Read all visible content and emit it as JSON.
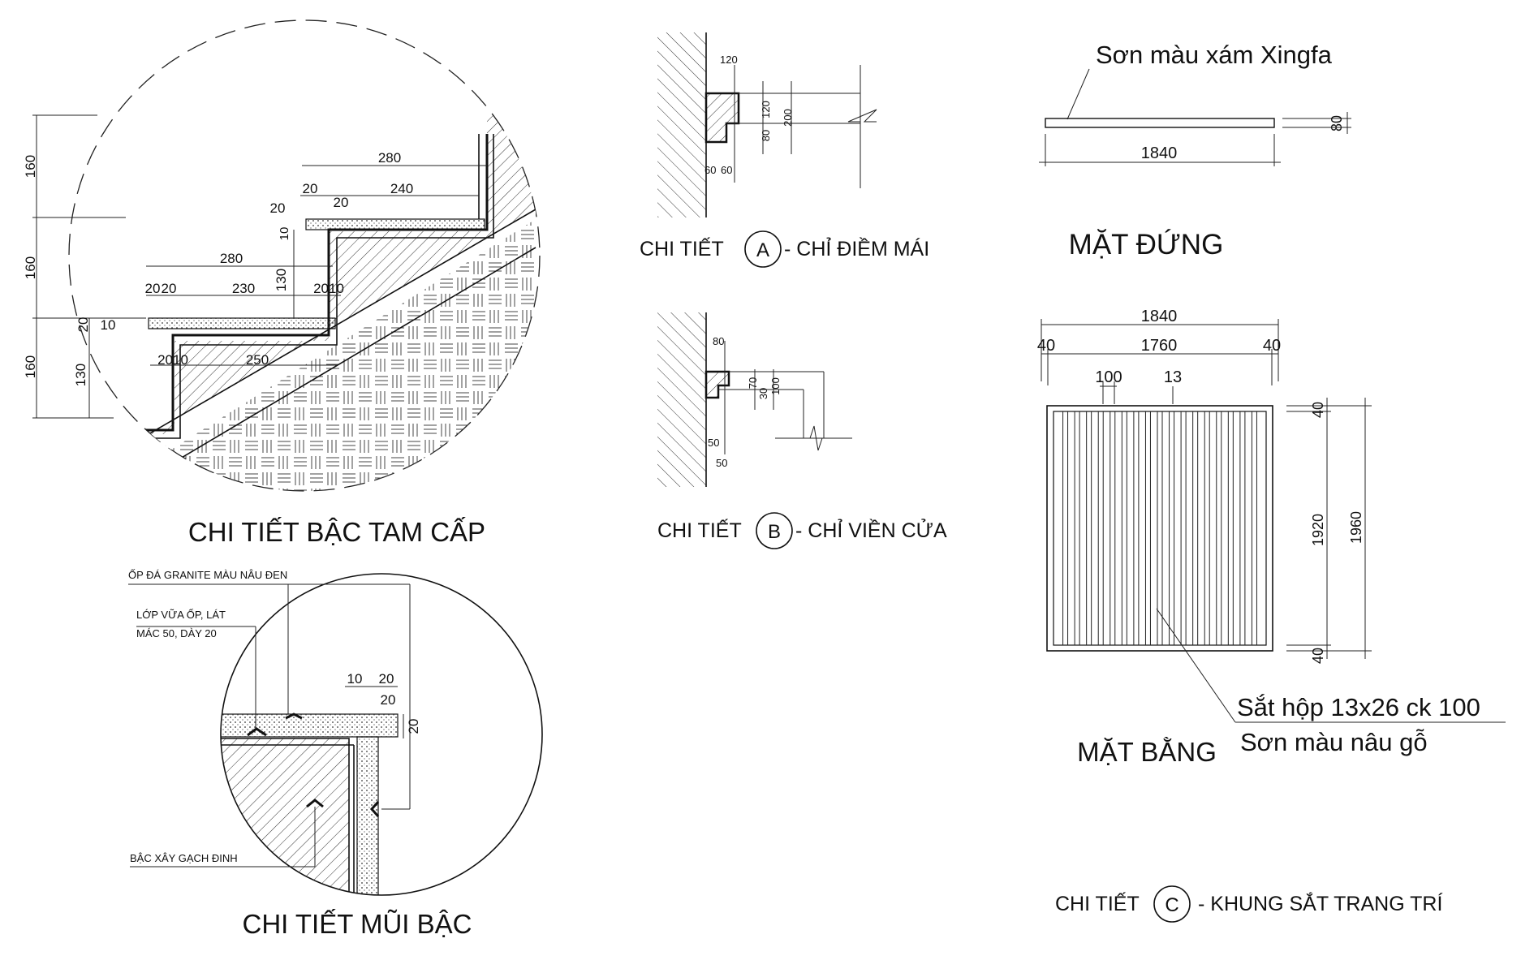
{
  "step_detail": {
    "title": "CHI TIẾT BẬC TAM CẤP",
    "dims": {
      "riser": "160",
      "tread_total": "280",
      "tread_inner": "240",
      "tread_lower": "230",
      "nosing": "20",
      "offset": "10",
      "rise_inner": "130",
      "bottom": "250",
      "d2010": "2010"
    }
  },
  "nosing_detail": {
    "title": "CHI TIẾT MŨI BẬC",
    "callouts": {
      "granite": "ỐP ĐÁ GRANITE MÀU NÂU ĐEN",
      "mortar_1": "LỚP VỮA ỐP, LÁT",
      "mortar_2": "MÁC 50, DÀY 20",
      "brick": "BẬC XÂY GẠCH ĐINH"
    },
    "dims": {
      "d10": "10",
      "d20": "20"
    }
  },
  "detail_a": {
    "title_prefix": "CHI TIẾT",
    "marker": "A",
    "title_suffix": "- CHỈ ĐIỀM MÁI",
    "dims": {
      "d120": "120",
      "d200": "200",
      "d80": "80",
      "d60": "60"
    }
  },
  "detail_b": {
    "title_prefix": "CHI TIẾT",
    "marker": "B",
    "title_suffix": "- CHỈ VIỀN CỬA",
    "dims": {
      "d80": "80",
      "d70": "70",
      "d100": "100",
      "d30": "30",
      "d50": "50"
    }
  },
  "detail_c": {
    "title_prefix": "CHI TIẾT",
    "marker": "C",
    "title_suffix": "- KHUNG SẮT TRANG TRÍ",
    "elevation": {
      "title": "MẶT ĐỨNG",
      "note": "Sơn màu xám Xingfa",
      "width": "1840",
      "thickness": "80"
    },
    "plan": {
      "title": "MẶT BẰNG",
      "width_total": "1840",
      "width_inner": "1760",
      "edge": "40",
      "spacing": "100",
      "bar": "13",
      "height_total": "1960",
      "height_inner": "1920",
      "note_1": "Sắt hộp 13x26 ck 100",
      "note_2": "Sơn màu nâu gỗ"
    }
  }
}
